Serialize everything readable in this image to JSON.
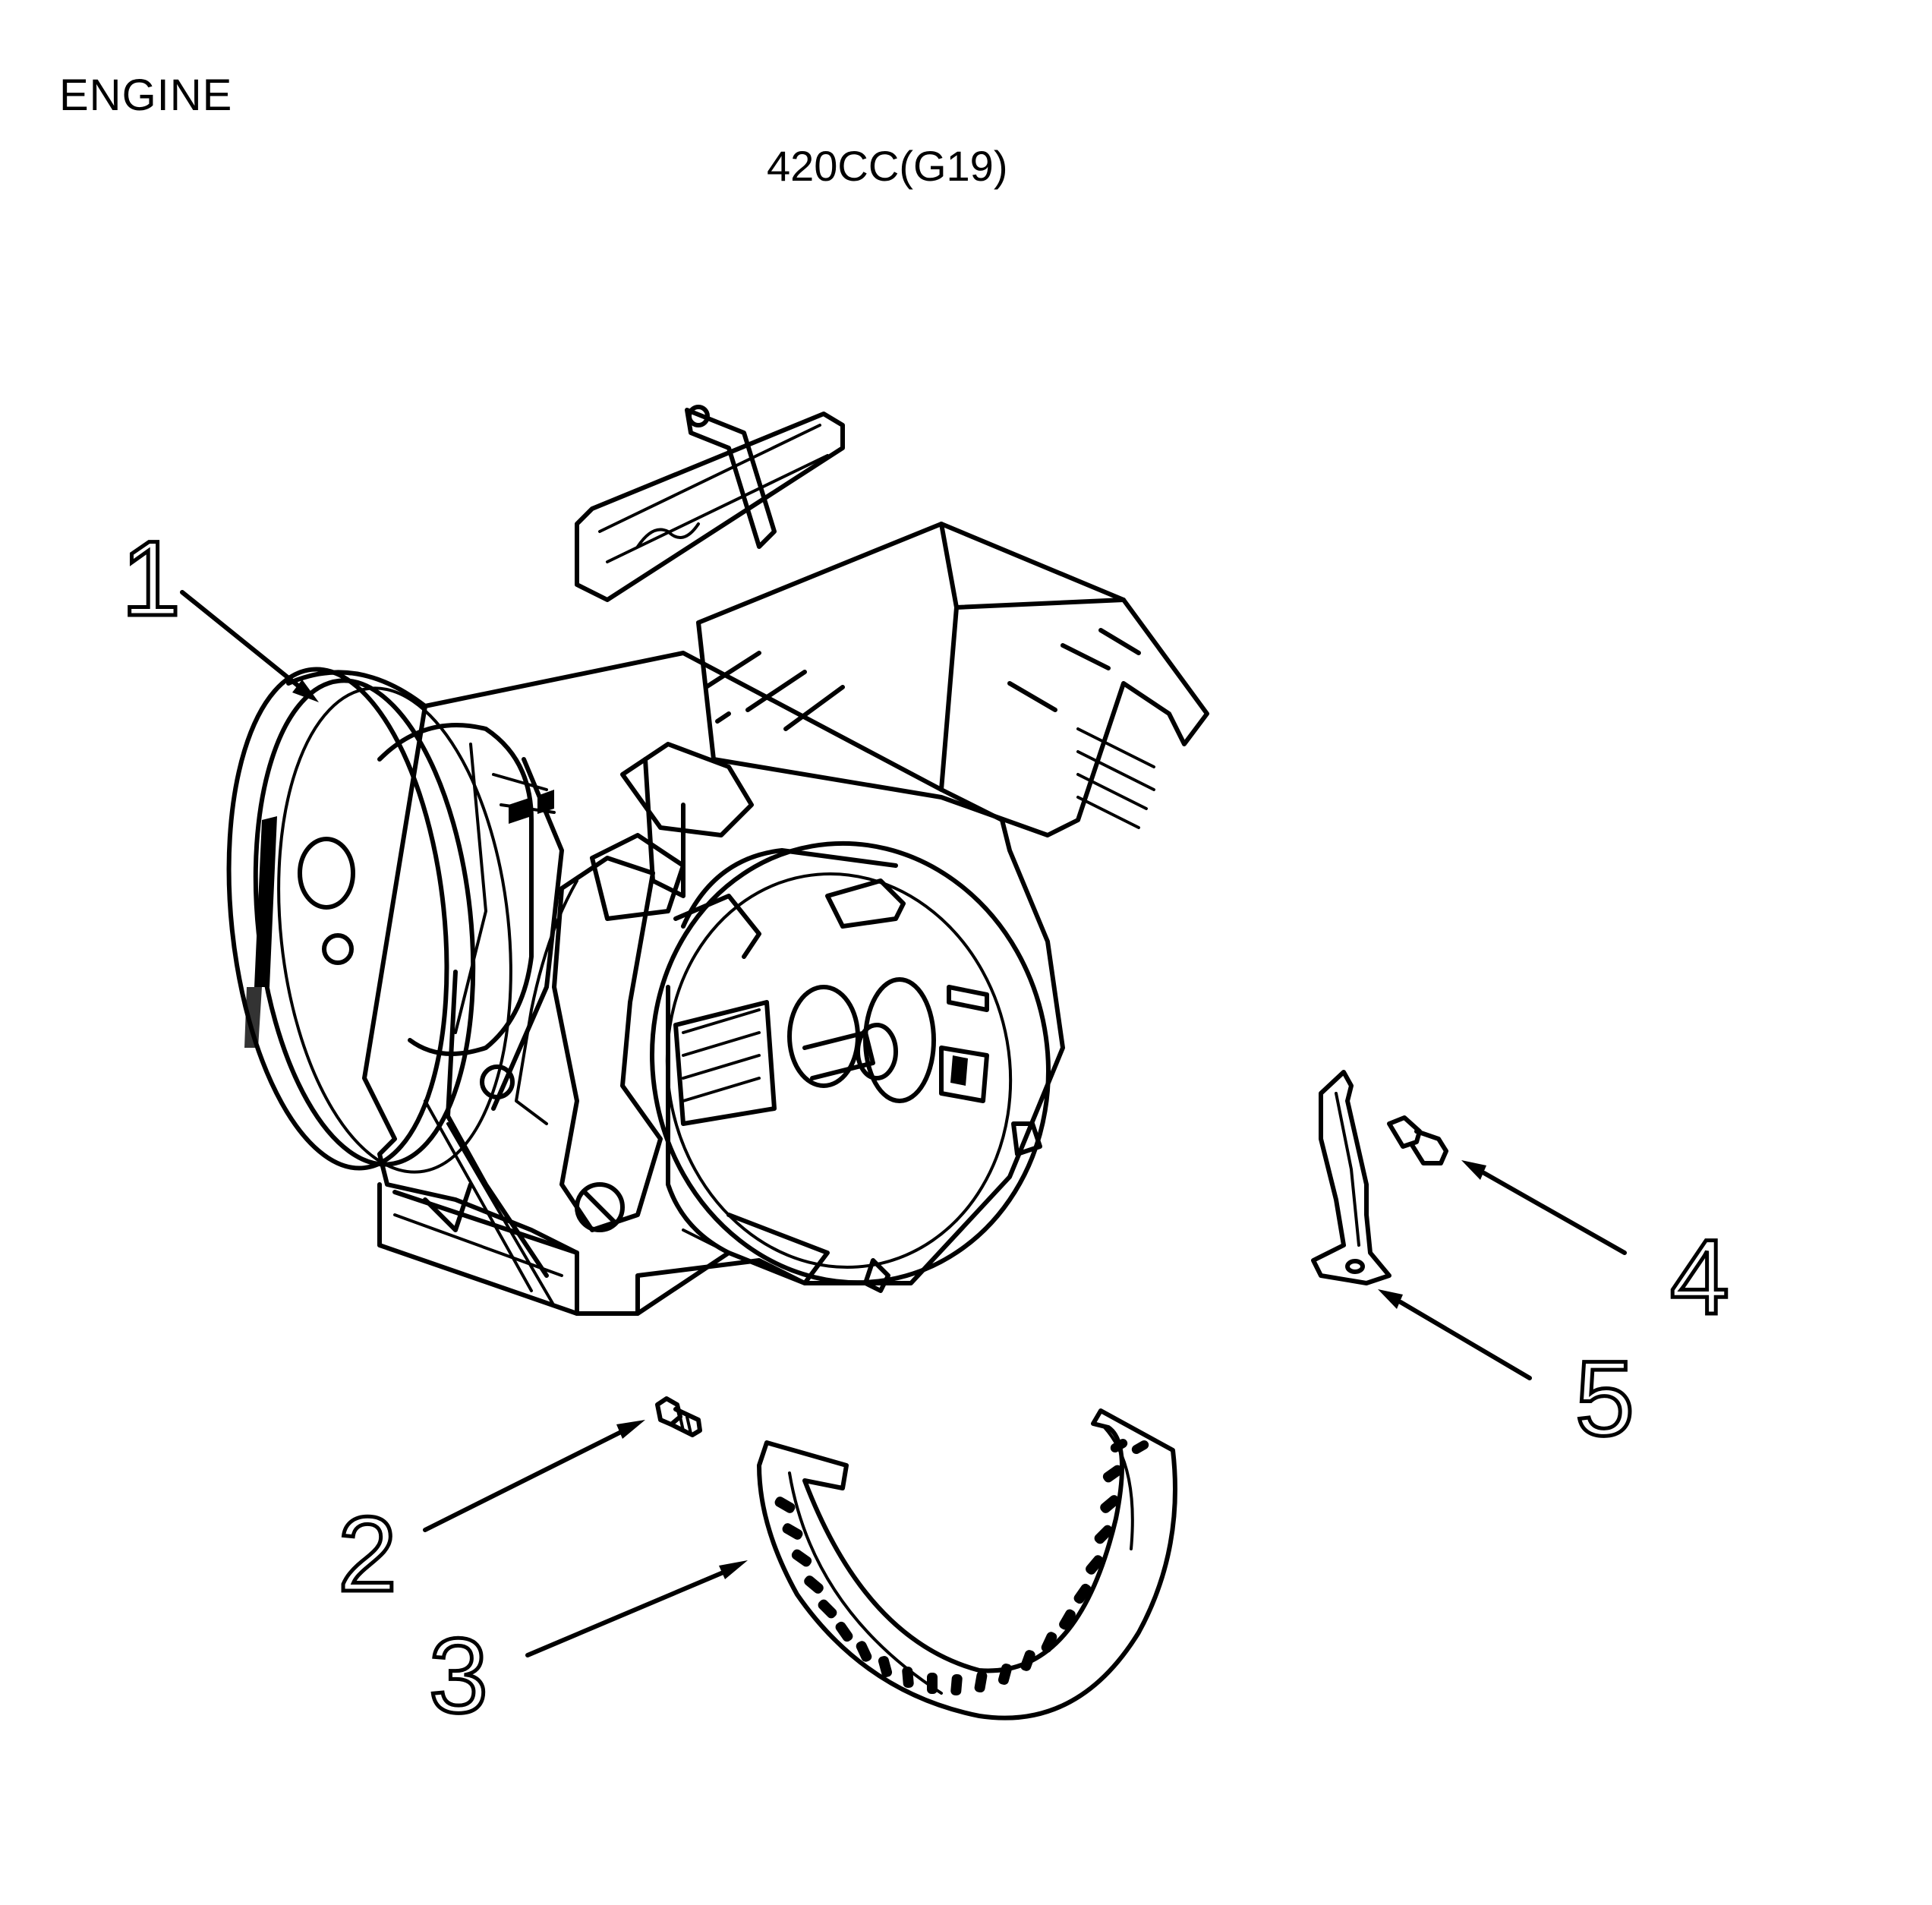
{
  "header": {
    "title": "ENGINE",
    "model": "420CC(G19)"
  },
  "callouts": [
    "1",
    "2",
    "3",
    "4",
    "5"
  ],
  "colors": {
    "ink": "#000000",
    "background": "#ffffff"
  }
}
